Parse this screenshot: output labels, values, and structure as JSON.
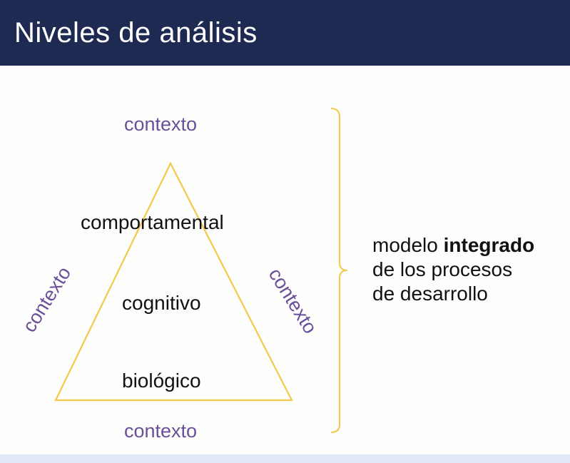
{
  "slide": {
    "title": "Niveles de análisis"
  },
  "diagram": {
    "context_top": "contexto",
    "context_left": "contexto",
    "context_right": "contexto",
    "context_bottom": "contexto",
    "levels": [
      "comportamental",
      "cognitivo",
      "biológico"
    ],
    "bracket_label": {
      "line1_prefix": "modelo ",
      "line1_bold": "integrado",
      "line2": "de los procesos",
      "line3": "de desarrollo"
    }
  },
  "colors": {
    "header_background": "#1f2a52",
    "title_text": "#ffffff",
    "context_text": "#6b4f9a",
    "triangle_stroke": "#f2c94c",
    "bracket_stroke": "#f2c94c",
    "footer_band": "#e3eaf7"
  }
}
